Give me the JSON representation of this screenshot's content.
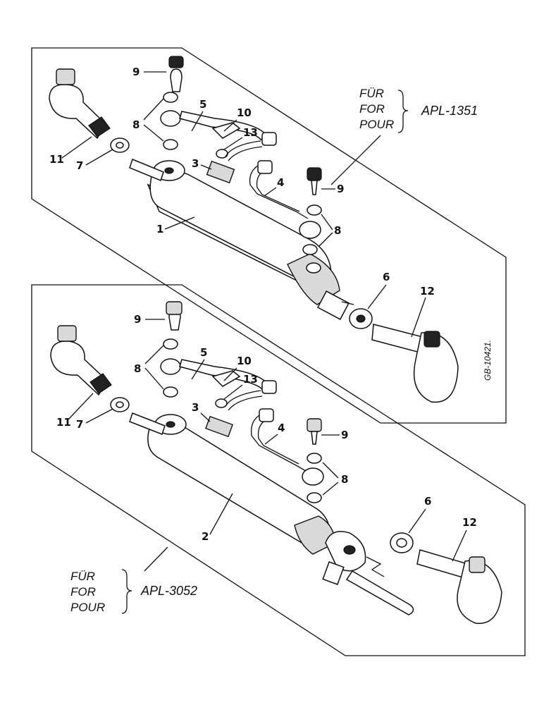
{
  "labels": {
    "p1": "1",
    "p2": "2",
    "p3a": "3",
    "p3b": "3",
    "p4a": "4",
    "p4b": "4",
    "p5a": "5",
    "p5b": "5",
    "p6a": "6",
    "p6b": "6",
    "p7a": "7",
    "p7b": "7",
    "p8a": "8",
    "p8b": "8",
    "p8c": "8",
    "p8d": "8",
    "p9a": "9",
    "p9b": "9",
    "p9c": "9",
    "p9d": "9",
    "p10a": "10",
    "p10b": "10",
    "p11a": "11",
    "p11b": "11",
    "p12a": "12",
    "p12b": "12",
    "p13a": "13",
    "p13b": "13"
  },
  "notes": {
    "top": {
      "line1": "FÜR",
      "line2": "FOR",
      "line3": "POUR",
      "model": "APL-1351"
    },
    "bottom": {
      "line1": "FÜR",
      "line2": "FOR",
      "line3": "POUR",
      "model": "APL-3052"
    }
  },
  "reference": "GB-10421."
}
